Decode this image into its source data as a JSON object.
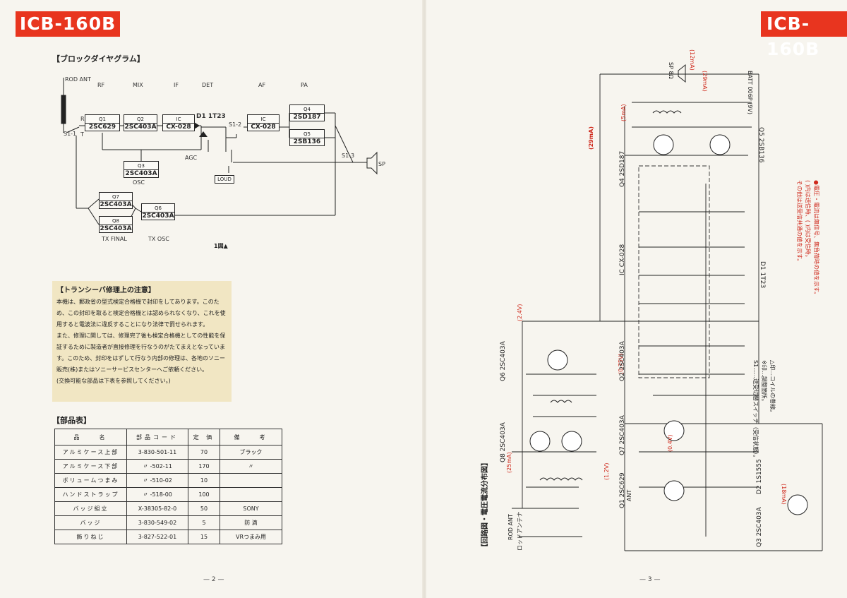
{
  "header": {
    "model_left": "ICB-160B",
    "model_right": "ICB-160B"
  },
  "block_diagram": {
    "title": "【ブロックダイヤグラム】",
    "stage_labels": [
      "RF",
      "MIX",
      "IF",
      "DET",
      "AF",
      "PA"
    ],
    "rod_ant": "ROD ANT",
    "switches": {
      "s11": "S1-1",
      "s12": "S1-2",
      "s13": "S1-3",
      "r": "R",
      "t": "T"
    },
    "blocks": {
      "q1": {
        "ref": "Q1",
        "part": "2SC629"
      },
      "q2": {
        "ref": "Q2",
        "part": "2SC403A"
      },
      "ic1": {
        "ref": "IC",
        "part": "CX-028"
      },
      "d1": "D1 1T23",
      "ic2": {
        "ref": "IC",
        "part": "CX-028"
      },
      "q4": {
        "ref": "Q4",
        "part": "2SD187"
      },
      "q5": {
        "ref": "Q5",
        "part": "2SB136"
      },
      "q3": {
        "ref": "Q3",
        "part": "2SC403A"
      },
      "q7": {
        "ref": "Q7",
        "part": "2SC403A"
      },
      "q8": {
        "ref": "Q8",
        "part": "2SC403A"
      },
      "q6": {
        "ref": "Q6",
        "part": "2SC403A"
      }
    },
    "agc": "AGC",
    "osc": "OSC",
    "loud": "LOUD",
    "sp": "SP",
    "tx_final": "TX FINAL",
    "tx_osc": "TX OSC",
    "figure_label": "1図▲"
  },
  "notice": {
    "title": "【トランシーバ修理上の注意】",
    "para1": "本機は、郵政省の型式検定合格機で封印をしてあります。このため、この封印を取ると検定合格機とは認められなくなり、これを使用すると電波法に違反することになり法律で罰せられます。",
    "para2": "また、修理に関しては、修理完了後も検定合格機としての性能を保証するために製造者が直接修理を行なうのがたてまえとなっています。このため、封印をはずして行なう内部の修理は、各地のソニー販売(株)またはソニーサービスセンターへご依頼ください。",
    "para3": "(交換可能な部品は下表を参照してください。)"
  },
  "parts": {
    "title": "【部品表】",
    "headers": [
      "品　　名",
      "部品コード",
      "定 価",
      "備　　考"
    ],
    "rows": [
      [
        "アルミケース上部",
        "3-830-501-11",
        "70",
        "ブラック"
      ],
      [
        "アルミケース下部",
        "〃 -502-11",
        "170",
        "〃"
      ],
      [
        "ボリュームつまみ",
        "〃 -510-02",
        "10",
        ""
      ],
      [
        "ハンドストラップ",
        "〃 -518-00",
        "100",
        ""
      ],
      [
        "バッジ組立",
        "X-38305-82-0",
        "50",
        "SONY"
      ],
      [
        "バッジ",
        "3-830-549-02",
        "5",
        "防 滴"
      ],
      [
        "飾りねじ",
        "3-827-522-01",
        "15",
        "VRつまみ用"
      ]
    ]
  },
  "page_numbers": {
    "left": "— 2 —",
    "right": "— 3 —"
  },
  "schematic": {
    "title": "【回路図・電圧電流分布図】",
    "transistors": [
      "Q4 2SD187",
      "Q5 2SB136",
      "IC CX-028",
      "D1 1T23",
      "Q6 2SC403A",
      "Q8 2SC403A",
      "Q7 2SC403A",
      "Q2 2SC403A",
      "Q1 2SC629",
      "Q3 2SC403A",
      "D2 1S1555"
    ],
    "red_values": [
      "(29mA)",
      "(12mA)",
      "(29mA)",
      "(5mA)",
      "(2.4V)",
      "(25mA)",
      "(0.4V)",
      "(1.2V)",
      "(18mA)",
      "(0.75V)"
    ],
    "notes": [
      "●電圧・電流は無信号、無負荷時の値を示す。",
      "( )内は送信時、( )内は受信時。",
      "その他は送受信共通の値を示す。"
    ],
    "legend": [
      "△印…コイルの巻線。",
      "※印…調整箇所。",
      "S1……送受切替スイッチ（受信状態）。"
    ],
    "misc": [
      "ROD ANT",
      "ロッドアンテナ",
      "BATT 006P (9V)",
      "SP 8Ω",
      "ANT"
    ]
  }
}
